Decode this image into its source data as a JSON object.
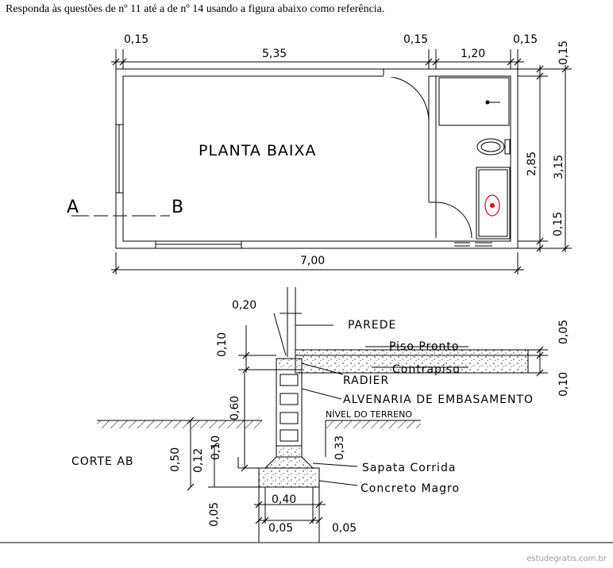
{
  "header": {
    "instruction": "Responda às questões de nº 11 até a de nº 14 usando a figura abaixo como referência."
  },
  "plan": {
    "title": "PLANTA BAIXA",
    "section_start": "A",
    "section_end": "B",
    "dims": {
      "top_wall_left": "0,15",
      "top_room": "5,35",
      "top_wall_mid": "0,15",
      "top_bath": "1,20",
      "top_wall_right": "0,15",
      "right_wall_top": "0,15",
      "right_bath": "2,85",
      "right_total": "3,15",
      "right_wall_bottom": "0,15",
      "bottom_total": "7,00"
    }
  },
  "section": {
    "title": "CORTE AB",
    "labels": {
      "wall": "PAREDE",
      "finished_floor": "Piso Pronto",
      "subfloor": "Contrapiso",
      "radier": "RADIER",
      "masonry": "ALVENARIA DE EMBASAMENTO",
      "ground_level": "NÍVEL DO TERRENO",
      "strip_footing": "Sapata Corrida",
      "lean_concrete": "Concreto Magro"
    },
    "dims": {
      "wall_width": "0,20",
      "radier_height": "0,10",
      "masonry_height": "0,60",
      "footing_depth": "0,50",
      "footing_total": "0,12",
      "footing_step": "0,10",
      "buried": "0,33",
      "lean_height": "0,05",
      "lean_width": "0,40",
      "offset_left": "0,05",
      "offset_right": "0,05",
      "floor_finish": "0,05",
      "subfloor_height": "0,10"
    }
  },
  "colors": {
    "line": "#000000",
    "drain": "#e0001a",
    "watermark": "#9a9a9a"
  },
  "watermark": "estudegratis.com.br"
}
